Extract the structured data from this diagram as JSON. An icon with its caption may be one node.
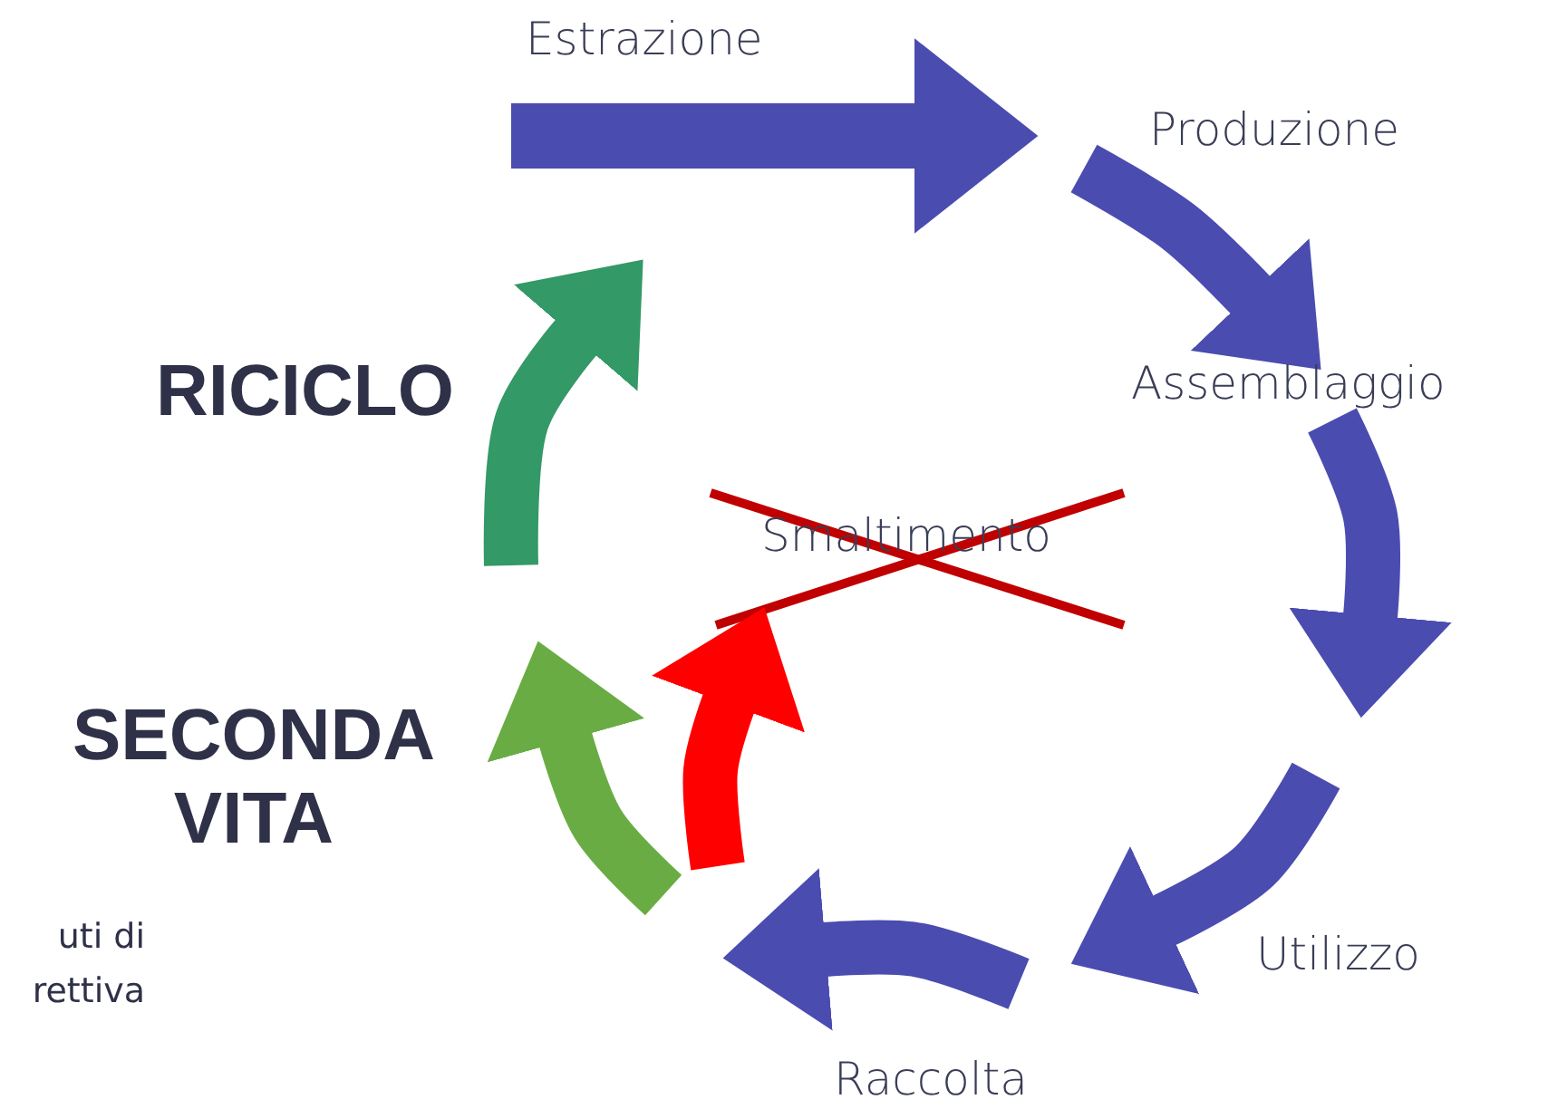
{
  "diagram": {
    "nodes": [
      {
        "text": [
          "Estrazione"
        ]
      },
      {
        "text": [
          "Produzione"
        ]
      },
      {
        "text": [
          "Assemblaggio"
        ]
      },
      {
        "text": [
          "Utilizzo"
        ]
      },
      {
        "text": [
          "Raccolta"
        ]
      },
      {
        "text": [
          "Smaltimento"
        ]
      },
      {
        "text": [
          "SECONDA VITA"
        ]
      },
      {
        "text": [
          "RICICLO"
        ]
      }
    ],
    "edges": [
      {
        "from": null,
        "to": 0,
        "arrow": "to"
      },
      {
        "from": null,
        "to": 1,
        "arrow": "to"
      },
      {
        "from": 2,
        "to": null,
        "arrow": "to"
      },
      {
        "from": null,
        "to": 3,
        "arrow": "to"
      },
      {
        "from": null,
        "to": 4,
        "arrow": "to"
      },
      {
        "from": null,
        "to": 6,
        "arrow": "to",
        "color": "#6aac44"
      },
      {
        "from": null,
        "to": 5,
        "arrow": "to",
        "color": "#ff0000"
      },
      {
        "from": null,
        "to": 7,
        "arrow": "to",
        "color": "#339966"
      }
    ],
    "labels": [
      "uti di",
      "rettiva"
    ]
  }
}
